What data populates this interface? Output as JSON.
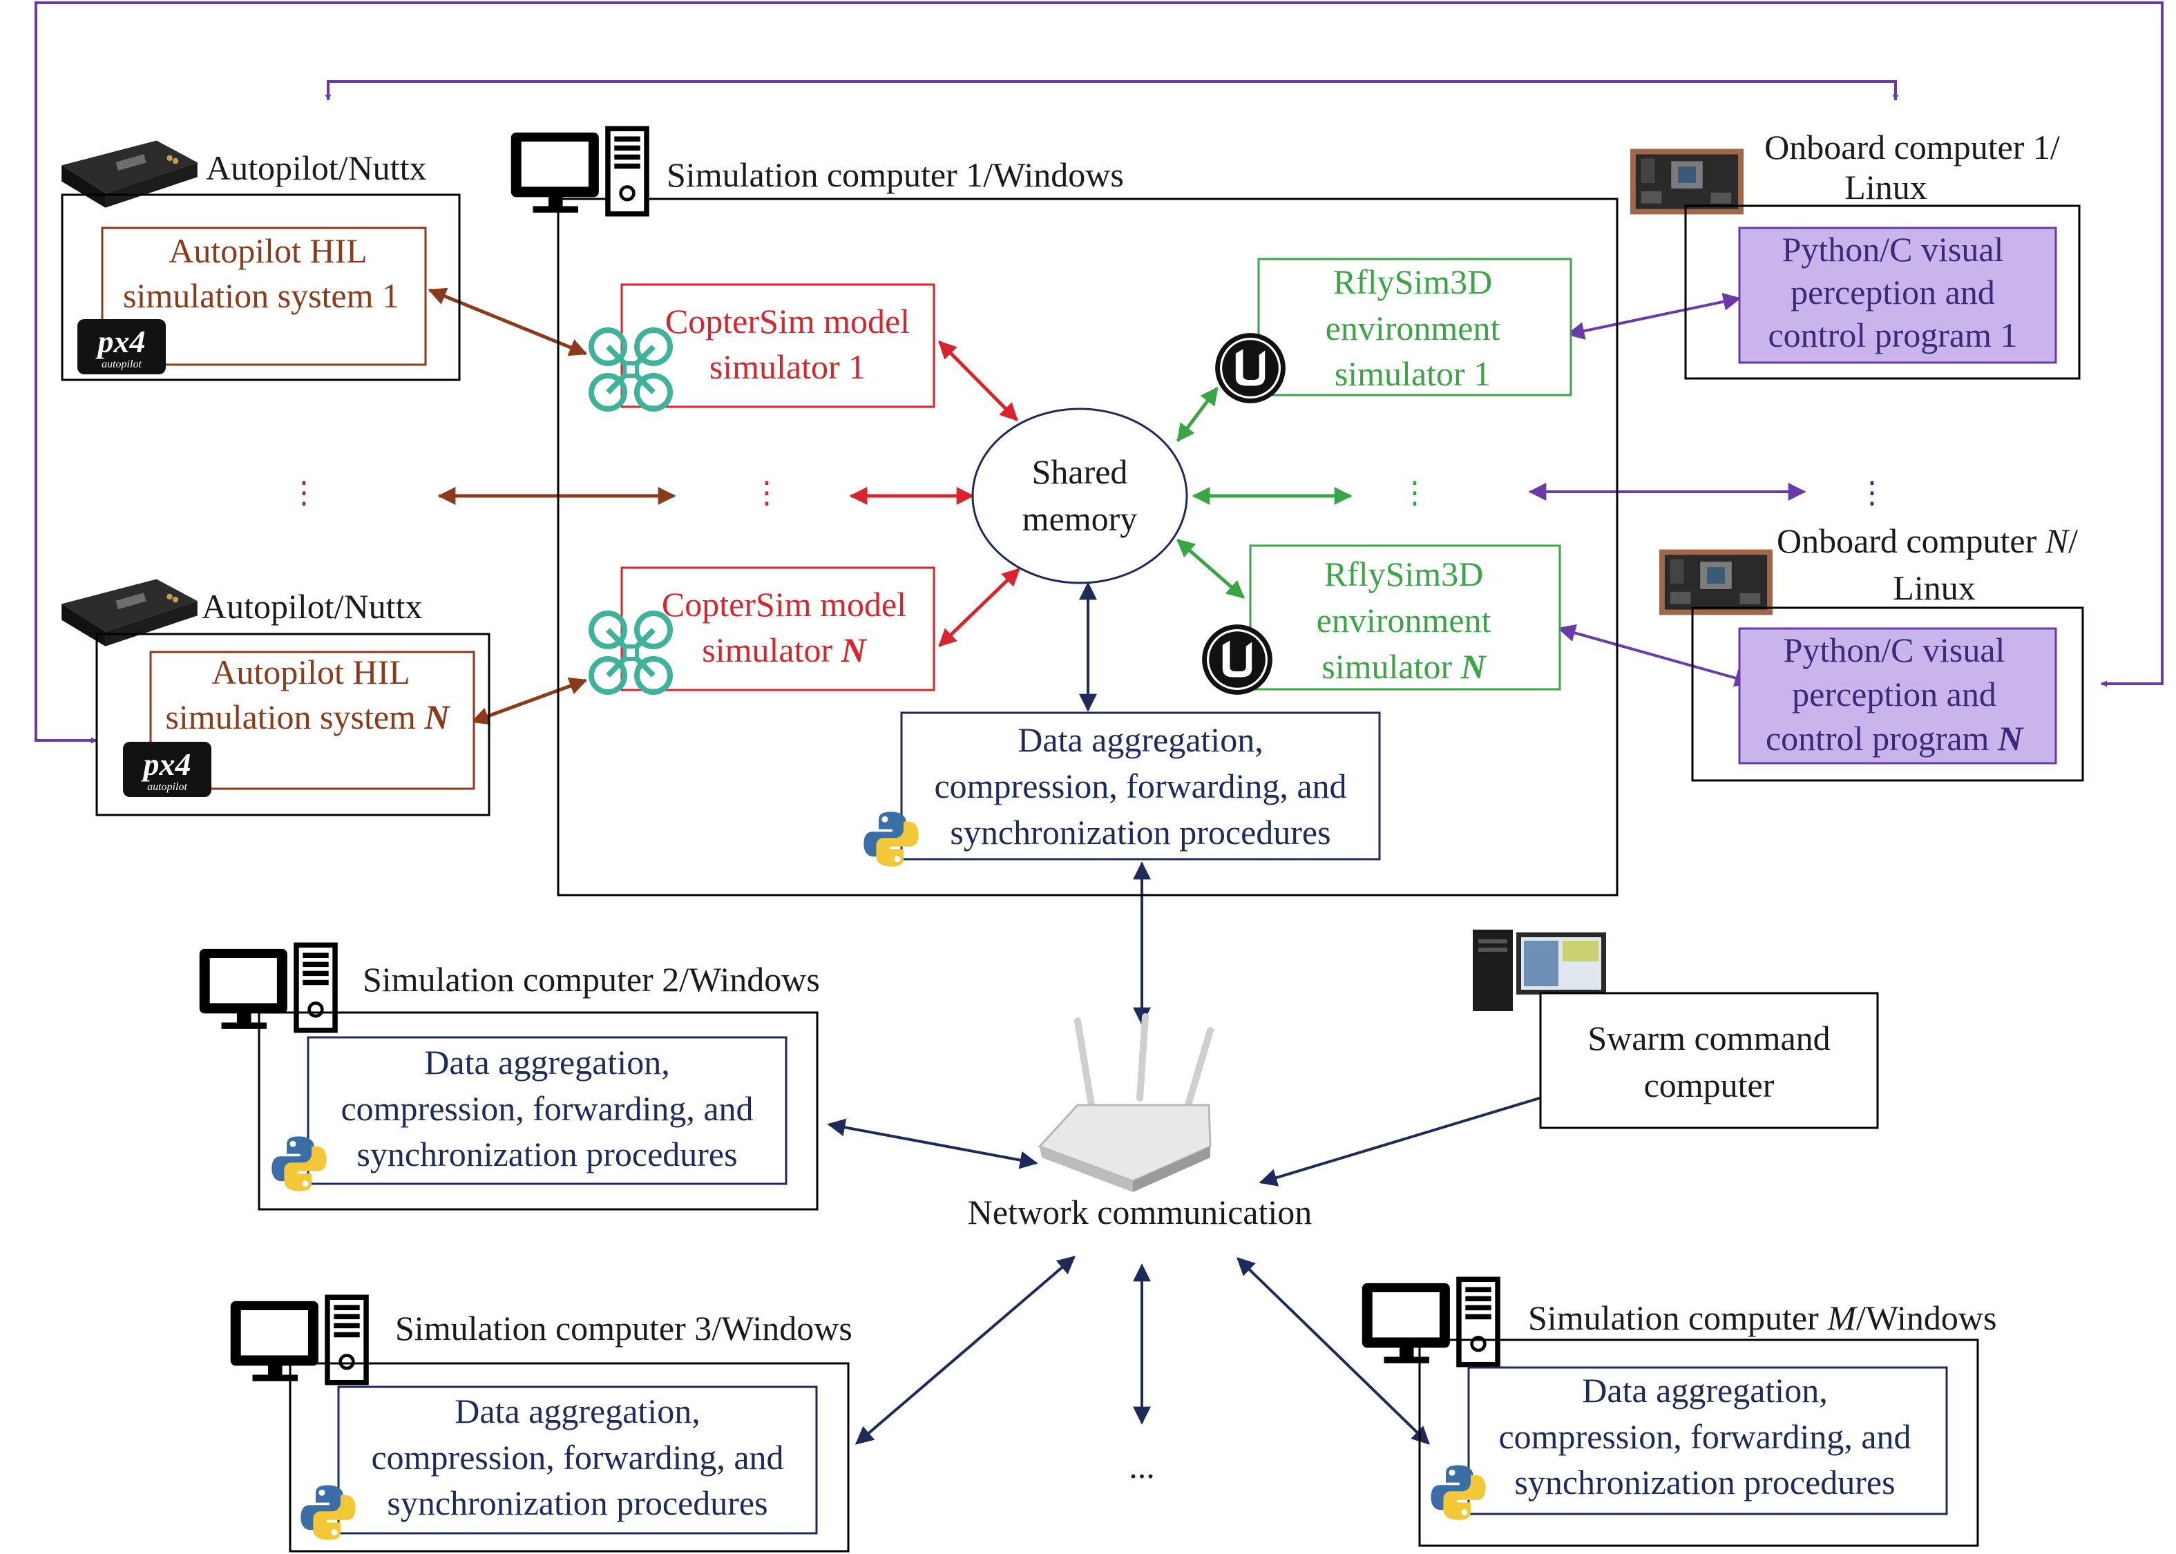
{
  "colors": {
    "purple": "#6a3aa8",
    "brown": "#8b3a1a",
    "red": "#d8242c",
    "green": "#3aa545",
    "navy": "#1d2a5a",
    "purple_fill": "#c9b4ec",
    "drone": "#3fb39a"
  },
  "icons": {
    "computer": "desktop-computer-icon",
    "px4": "px4-logo-icon",
    "drone": "quadcopter-icon",
    "unreal": "unreal-engine-logo-icon",
    "python": "python-logo-icon",
    "router": "wifi-router-icon"
  },
  "autopilot": {
    "label": "Autopilot/Nuttx",
    "hil_1": [
      "Autopilot HIL",
      "simulation system 1"
    ],
    "hil_n_line1": "Autopilot HIL",
    "hil_n_prefix": "simulation system ",
    "n": "N",
    "px4_text": "px4",
    "px4_sub": "autopilot"
  },
  "sim1": {
    "title": "Simulation computer 1/Windows",
    "coptersim_1": [
      "CopterSim model",
      "simulator 1"
    ],
    "coptersim_n_line1": "CopterSim model",
    "coptersim_n_prefix": "simulator ",
    "rfly_1": [
      "RflySim3D",
      "environment",
      "simulator 1"
    ],
    "rfly_n": [
      "RflySim3D",
      "environment"
    ],
    "rfly_n_prefix": "simulator ",
    "shared_memory": [
      "Shared",
      "memory"
    ],
    "data_proc": [
      "Data aggregation,",
      "compression, forwarding, and",
      "synchronization procedures"
    ]
  },
  "onboard": {
    "c1_title": [
      "Onboard computer 1/",
      "Linux"
    ],
    "cn_title_prefix": "Onboard computer ",
    "cn_title_suffix": "/",
    "cn_title_line2": "Linux",
    "program_1": [
      "Python/C visual",
      "perception and",
      "control program 1"
    ],
    "program_n": [
      "Python/C visual",
      "perception and"
    ],
    "program_n_prefix": "control program "
  },
  "sim2": {
    "title": "Simulation computer 2/Windows",
    "data_proc": [
      "Data aggregation,",
      "compression, forwarding, and",
      "synchronization procedures"
    ]
  },
  "sim3": {
    "title": "Simulation computer 3/Windows",
    "data_proc": [
      "Data aggregation,",
      "compression, forwarding, and",
      "synchronization procedures"
    ]
  },
  "simM": {
    "title_prefix": "Simulation computer ",
    "m": "M",
    "title_suffix": "/Windows",
    "data_proc": [
      "Data aggregation,",
      "compression, forwarding, and",
      "synchronization procedures"
    ]
  },
  "swarm": {
    "label": [
      "Swarm command",
      "computer"
    ]
  },
  "network": {
    "label": "Network communication"
  },
  "ellipsis": {
    "vdots": "⋮",
    "hdots": "..."
  }
}
